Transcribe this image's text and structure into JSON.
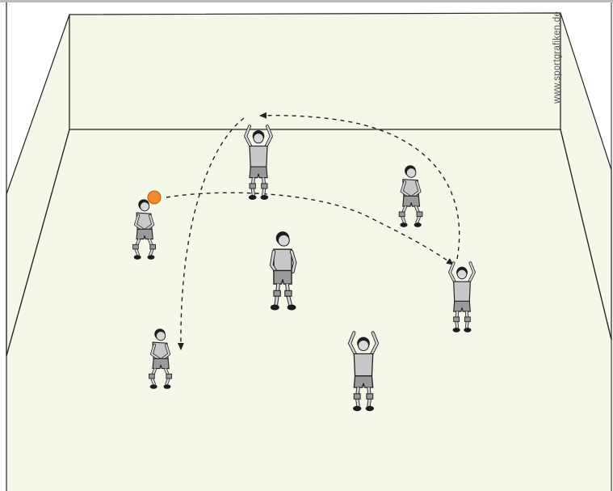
{
  "watermark": "www.sportgrafiken.de",
  "colors": {
    "court_fill": "#f4f8e8",
    "line": "#222222",
    "jersey": "#c8c8c8",
    "jersey_shadow": "#9a9a9a",
    "skin": "#d8d8d8",
    "hair": "#1c1c1c",
    "ball": "#f08a2a"
  },
  "icons": [
    "volleyball-icon",
    "player-figure-icon",
    "dashed-arrow-icon"
  ],
  "players": [
    {
      "id": "setter-front",
      "pose": "setting"
    },
    {
      "id": "player-right-back",
      "pose": "passing"
    },
    {
      "id": "player-left",
      "pose": "passing"
    },
    {
      "id": "player-center",
      "pose": "standing"
    },
    {
      "id": "player-right",
      "pose": "setting"
    },
    {
      "id": "player-front-left",
      "pose": "passing"
    },
    {
      "id": "player-front-center",
      "pose": "setting"
    }
  ]
}
